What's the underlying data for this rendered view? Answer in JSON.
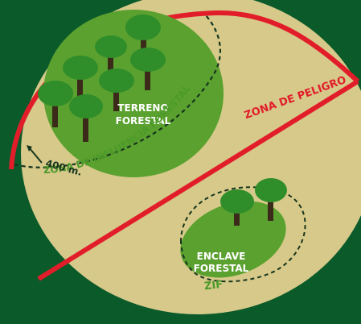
{
  "colors": {
    "background": "#0b5a2a",
    "zone_fill": "#d6c98a",
    "danger_line": "#e21d2a",
    "forest_dark": "#5aa12f",
    "forest_light": "#8fc85a",
    "tree_crown": "#2f8d2a",
    "tree_trunk": "#3b2a1a",
    "text_white": "#ffffff",
    "text_green": "#4c9a2a",
    "dashed": "#17351d"
  },
  "labels": {
    "terreno_forestal": [
      "TERRENO",
      "FORESTAL"
    ],
    "zona_influencia": "ZONA DE INFLUENCIA FORESTAL",
    "zona_peligro": "ZONA DE PELIGRO",
    "distance": "400 m.",
    "enclave_forestal": [
      "ENCLAVE",
      "FORESTAL"
    ],
    "zif": "ZIF"
  },
  "icons": {
    "tree": "tree-icon",
    "distance_arrow": "arrow-diagonal-icon"
  }
}
